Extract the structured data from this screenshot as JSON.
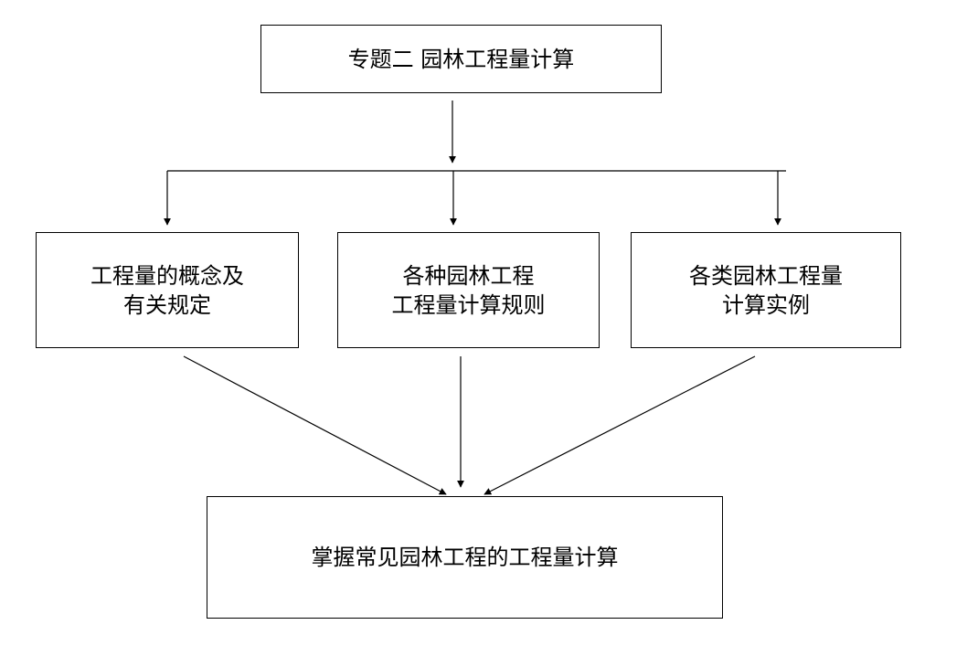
{
  "nodes": {
    "top": {
      "lines": [
        "专题二 园林工程量计算"
      ]
    },
    "left": {
      "lines": [
        "工程量的概念及",
        "有关规定"
      ]
    },
    "middle": {
      "lines": [
        "各种园林工程",
        "工程量计算规则"
      ]
    },
    "right": {
      "lines": [
        "各类园林工程量",
        "计算实例"
      ]
    },
    "bottom": {
      "lines": [
        "掌握常见园林工程的工程量计算"
      ]
    }
  },
  "edges": [
    {
      "from": "top",
      "to": "branch"
    },
    {
      "from": "branch",
      "to": "left"
    },
    {
      "from": "branch",
      "to": "middle"
    },
    {
      "from": "branch",
      "to": "right"
    },
    {
      "from": "left",
      "to": "bottom"
    },
    {
      "from": "middle",
      "to": "bottom"
    },
    {
      "from": "right",
      "to": "bottom"
    }
  ],
  "colors": {
    "line": "#000000",
    "box_border": "#000000",
    "background": "#ffffff"
  }
}
